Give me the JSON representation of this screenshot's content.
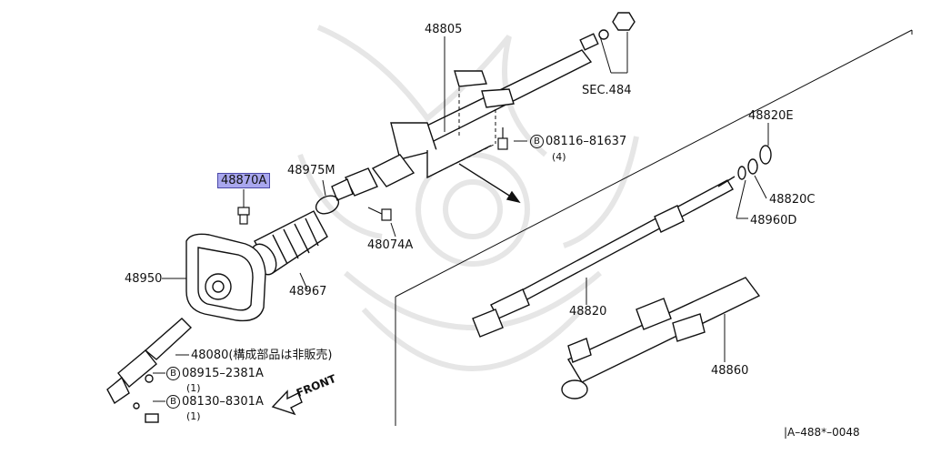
{
  "labels": {
    "p48805": "48805",
    "sec484": "SEC.484",
    "p48820E": "48820E",
    "p08116": "08116–81637",
    "p08116_qty": "(4)",
    "p48975M": "48975M",
    "p48870A": "48870A",
    "p48820C": "48820C",
    "p48960D": "48960D",
    "p48074A": "48074A",
    "p48950": "48950",
    "p48967": "48967",
    "p48820": "48820",
    "p48080": "48080(構成部品は非販売)",
    "p08915": "08915–2381A",
    "p08915_qty": "(1)",
    "p08130": "08130–8301A",
    "p08130_qty": "(1)",
    "p48860": "48860",
    "front": "FRONT",
    "code": "|A–488*–0048"
  },
  "bolt_marker": "B",
  "colors": {
    "highlight": "#a9a7ee",
    "ink": "#111111",
    "watermark": "#e6e6e6"
  }
}
